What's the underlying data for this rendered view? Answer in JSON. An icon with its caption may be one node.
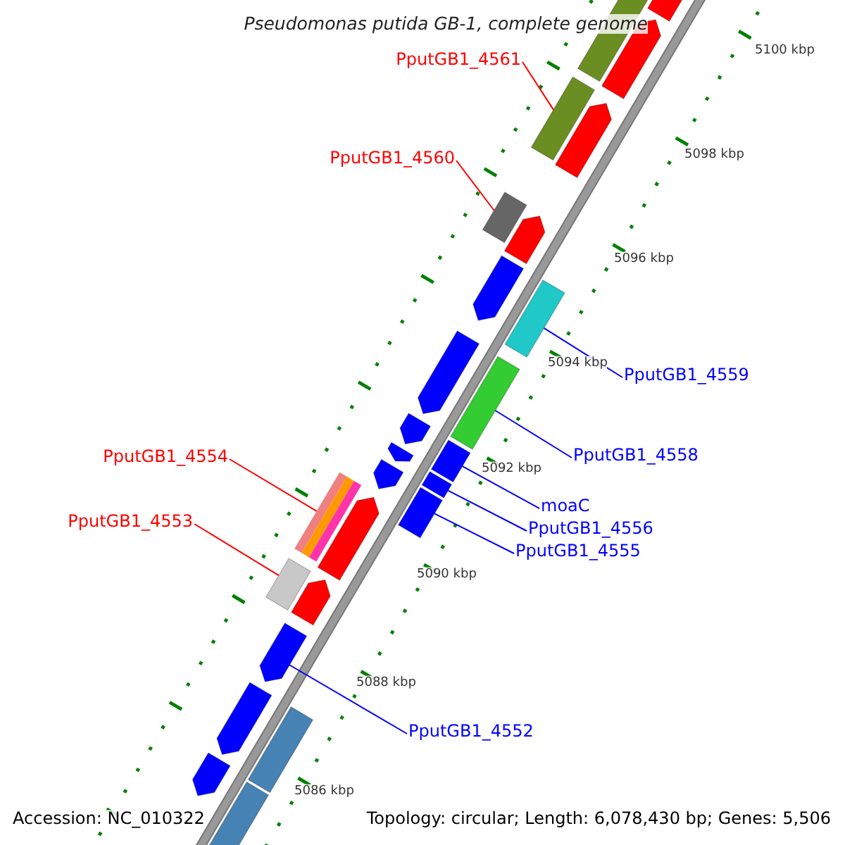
{
  "diagram": {
    "title": "Pseudomonas putida GB-1, complete genome",
    "nodes": [
      {
        "text": [
          "PputGB1_4561"
        ]
      },
      {
        "text": [
          "PputGB1_4560"
        ]
      },
      {
        "text": [
          "PputGB1_4559"
        ]
      },
      {
        "text": [
          "PputGB1_4558"
        ]
      },
      {
        "text": [
          "PputGB1_4554"
        ]
      },
      {
        "text": [
          "moaC"
        ]
      },
      {
        "text": [
          "PputGB1_4553"
        ]
      },
      {
        "text": [
          "PputGB1_4556"
        ]
      },
      {
        "text": [
          "PputGB1_4555"
        ]
      },
      {
        "text": [
          "PputGB1_4552"
        ]
      },
      {
        "text": [],
        "shape": "box"
      },
      {
        "text": [],
        "shape": "box"
      },
      {
        "text": [],
        "shape": "box"
      },
      {
        "text": [],
        "shape": "box"
      },
      {
        "text": [],
        "shape": "box"
      },
      {
        "text": [],
        "shape": "box"
      },
      {
        "text": [],
        "shape": "box"
      },
      {
        "text": [],
        "shape": "box"
      },
      {
        "text": [],
        "shape": "box"
      },
      {
        "text": [],
        "shape": "arrow"
      },
      {
        "text": [],
        "shape": "arrow"
      },
      {
        "text": [],
        "shape": "arrow"
      },
      {
        "text": [],
        "shape": "arrow"
      },
      {
        "text": [],
        "shape": "arrow"
      },
      {
        "text": [],
        "shape": "box"
      },
      {
        "text": [],
        "shape": "arrow"
      },
      {
        "text": [],
        "shape": "arrow"
      },
      {
        "text": [],
        "shape": "arrow"
      },
      {
        "text": [],
        "shape": "arrow"
      },
      {
        "text": [],
        "shape": "arrow"
      },
      {
        "text": [],
        "shape": "arrow"
      },
      {
        "text": [],
        "shape": "arrow"
      },
      {
        "text": [],
        "shape": "arrow"
      },
      {
        "text": [],
        "shape": "arrow"
      },
      {
        "text": [],
        "shape": "box"
      },
      {
        "text": [],
        "shape": "box"
      }
    ],
    "edges": [
      {
        "from": 0,
        "to": 10,
        "arrow": "none",
        "color": "#ff0000"
      },
      {
        "from": 1,
        "to": 11,
        "arrow": "none",
        "color": "#ff0000"
      },
      {
        "from": 2,
        "to": 12,
        "arrow": "none"
      },
      {
        "from": 3,
        "to": 13,
        "arrow": "none"
      },
      {
        "from": 4,
        "to": 17,
        "arrow": "none",
        "color": "#ff0000"
      },
      {
        "from": 5,
        "to": 14,
        "arrow": "none"
      },
      {
        "from": 6,
        "to": 18,
        "arrow": "none",
        "color": "#ff0000"
      },
      {
        "from": 7,
        "to": 15,
        "arrow": "none"
      },
      {
        "from": 8,
        "to": 16,
        "arrow": "none"
      },
      {
        "from": 9,
        "to": 19,
        "arrow": "none"
      }
    ],
    "labels": [
      "5100 kbp",
      "5098 kbp",
      "5096 kbp",
      "5094 kbp",
      "5092 kbp",
      "5090 kbp",
      "5088 kbp",
      "5086 kbp",
      "Accession: NC_010322",
      "Topology: circular; Length: 6,078,430 bp; Genes: 5,506"
    ]
  }
}
